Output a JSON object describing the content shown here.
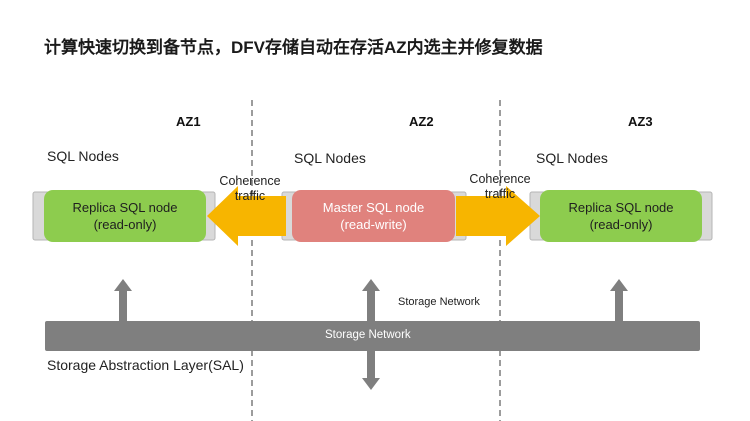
{
  "title": "计算快速切换到备节点，DFV存储自动在存活AZ内选主并修复数据",
  "zones": [
    {
      "name": "AZ1",
      "group_label": "SQL Nodes",
      "node_line1": "Replica SQL node",
      "node_line2": "(read-only)"
    },
    {
      "name": "AZ2",
      "group_label": "SQL Nodes",
      "node_line1": "Master SQL node",
      "node_line2": "(read-write)"
    },
    {
      "name": "AZ3",
      "group_label": "SQL Nodes",
      "node_line1": "Replica SQL node",
      "node_line2": "(read-only)"
    }
  ],
  "coherence": {
    "line1": "Coherence",
    "line2": "traffic"
  },
  "storage_network_small": "Storage Network",
  "storage_network_bar": "Storage Network",
  "sal_label": "Storage Abstraction Layer(SAL)",
  "colors": {
    "replica": "#8dcc4e",
    "master": "#e0827d",
    "arrow": "#f7b500",
    "bar": "#7f7f7f",
    "node_backing": "#d9d9d9"
  }
}
